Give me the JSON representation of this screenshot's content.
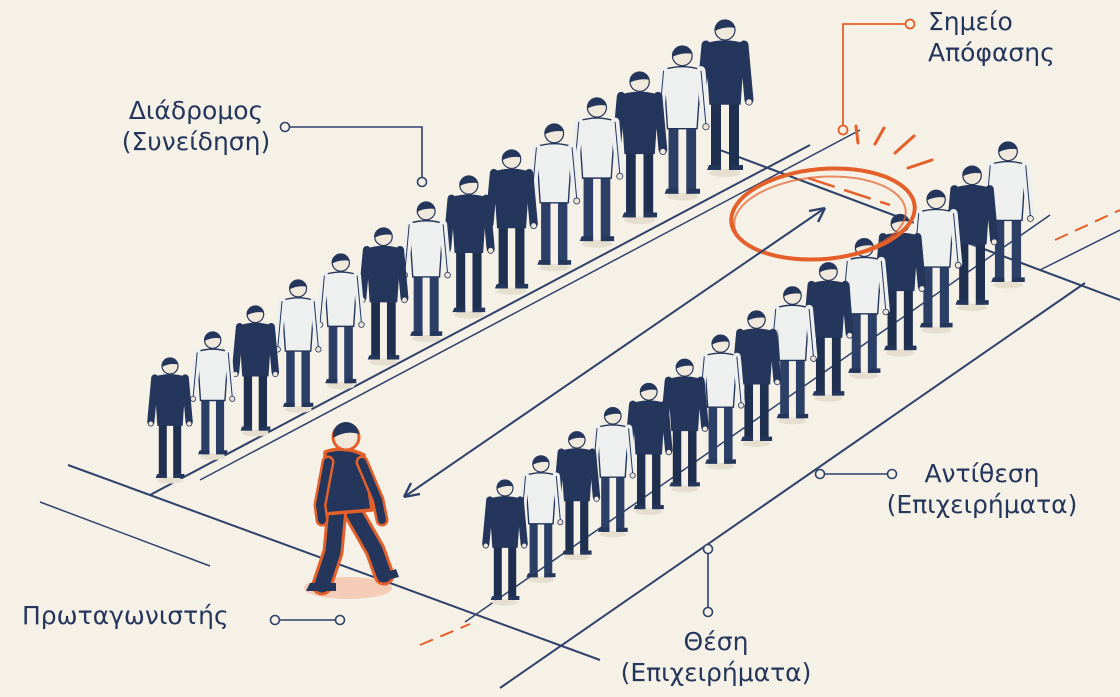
{
  "labels": {
    "corridor": {
      "line1": "Διάδρομος",
      "line2": "(Συνείδηση)"
    },
    "decision": {
      "line1": "Σημείο",
      "line2": "Απόφασης"
    },
    "antithesis": {
      "line1": "Αντίθεση",
      "line2": "(Επιχειρήματα)"
    },
    "thesis": {
      "line1": "Θέση",
      "line2": "(Επιχειρήματα)"
    },
    "protagonist": {
      "text": "Πρωταγωνιστής"
    }
  },
  "colors": {
    "background": "#f6f1e7",
    "navy": "#24365b",
    "light_figure": "#eef0ef",
    "accent": "#e4602a",
    "line": "#2e416a"
  }
}
